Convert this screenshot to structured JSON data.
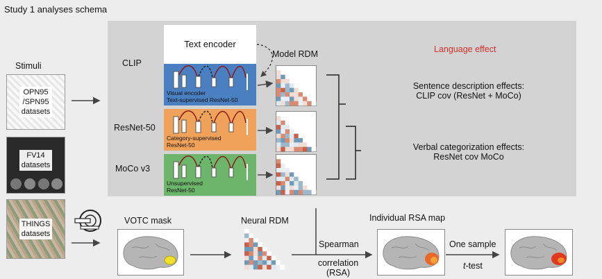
{
  "title": "Study 1 analyses schema",
  "stimuli": {
    "heading": "Stimuli",
    "sets": [
      {
        "line1": "OPN95",
        "line2": "/SPN95",
        "line3": "datasets"
      },
      {
        "line1": "FV14",
        "line2": "datasets"
      },
      {
        "line1": "THINGS",
        "line2": "datasets"
      }
    ]
  },
  "models": {
    "clip": "CLIP",
    "resnet": "ResNet-50",
    "moco": "MoCo v3",
    "text_encoder": "Text encoder",
    "model_rdm": "Model RDM",
    "clip_encoder_line1": "Visual encoder",
    "clip_encoder_line2": "Text-supervised ResNet-50",
    "resnet_encoder_line1": "Category-supervised",
    "resnet_encoder_line2": "ResNet-50",
    "moco_encoder_line1": "Unsupervised",
    "moco_encoder_line2": "ResNet-50"
  },
  "effects": {
    "heading": "Language effect",
    "sentence_line1": "Sentence description effects:",
    "sentence_line2": "CLIP cov (ResNet + MoCo)",
    "verbal_line1": "Verbal categorization effects:",
    "verbal_line2": "ResNet cov MoCo"
  },
  "neural": {
    "votc_mask": "VOTC mask",
    "neural_rdm": "Neural RDM",
    "spearman": "Spearman",
    "correlation": "correlation",
    "rsa": "(RSA)",
    "individual_map": "Individual RSA map",
    "one_sample": "One sample",
    "t_test_t": "t",
    "t_test_rest": "-test"
  },
  "colors": {
    "panel": "#d3d3d3",
    "clip_blue": "#4a7fc1",
    "resnet_orange": "#f0a25a",
    "moco_green": "#6cb56a",
    "language_red": "#d9302a",
    "arc_red": "#8b1a1a",
    "rdm_blue": "#6f9ab8",
    "rdm_red": "#d98a73"
  }
}
